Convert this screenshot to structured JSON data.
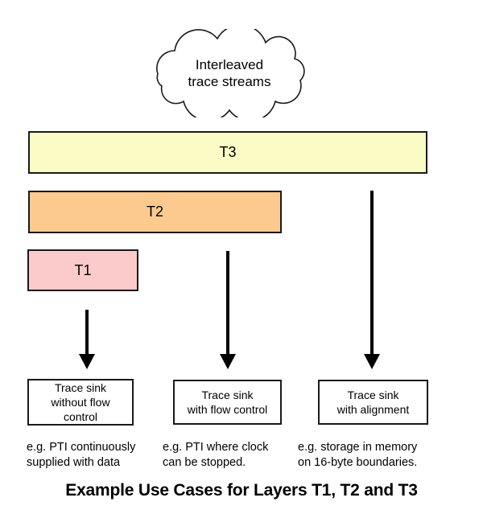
{
  "cloud": {
    "label": "Interleaved\ntrace streams"
  },
  "layers": [
    {
      "label": "T3",
      "fill": "#fbfbc6"
    },
    {
      "label": "T2",
      "fill": "#fcca8e"
    },
    {
      "label": "T1",
      "fill": "#fbcbcb"
    }
  ],
  "sinks": [
    {
      "box": "Trace sink\nwithout flow\ncontrol",
      "caption": "e.g. PTI continuously\nsupplied with data"
    },
    {
      "box": "Trace sink\nwith flow control",
      "caption": "e.g. PTI where clock\ncan be stopped."
    },
    {
      "box": "Trace sink\nwith alignment",
      "caption": "e.g. storage in memory\non 16-byte boundaries."
    }
  ],
  "title": "Example Use Cases for Layers T1, T2 and T3",
  "colors": {
    "t3_fill": "#fbfbc6",
    "t2_fill": "#fcca8e",
    "t1_fill": "#fbcbcb",
    "border": "#1a1a1a",
    "arrow": "#000000",
    "background": "#ffffff"
  }
}
